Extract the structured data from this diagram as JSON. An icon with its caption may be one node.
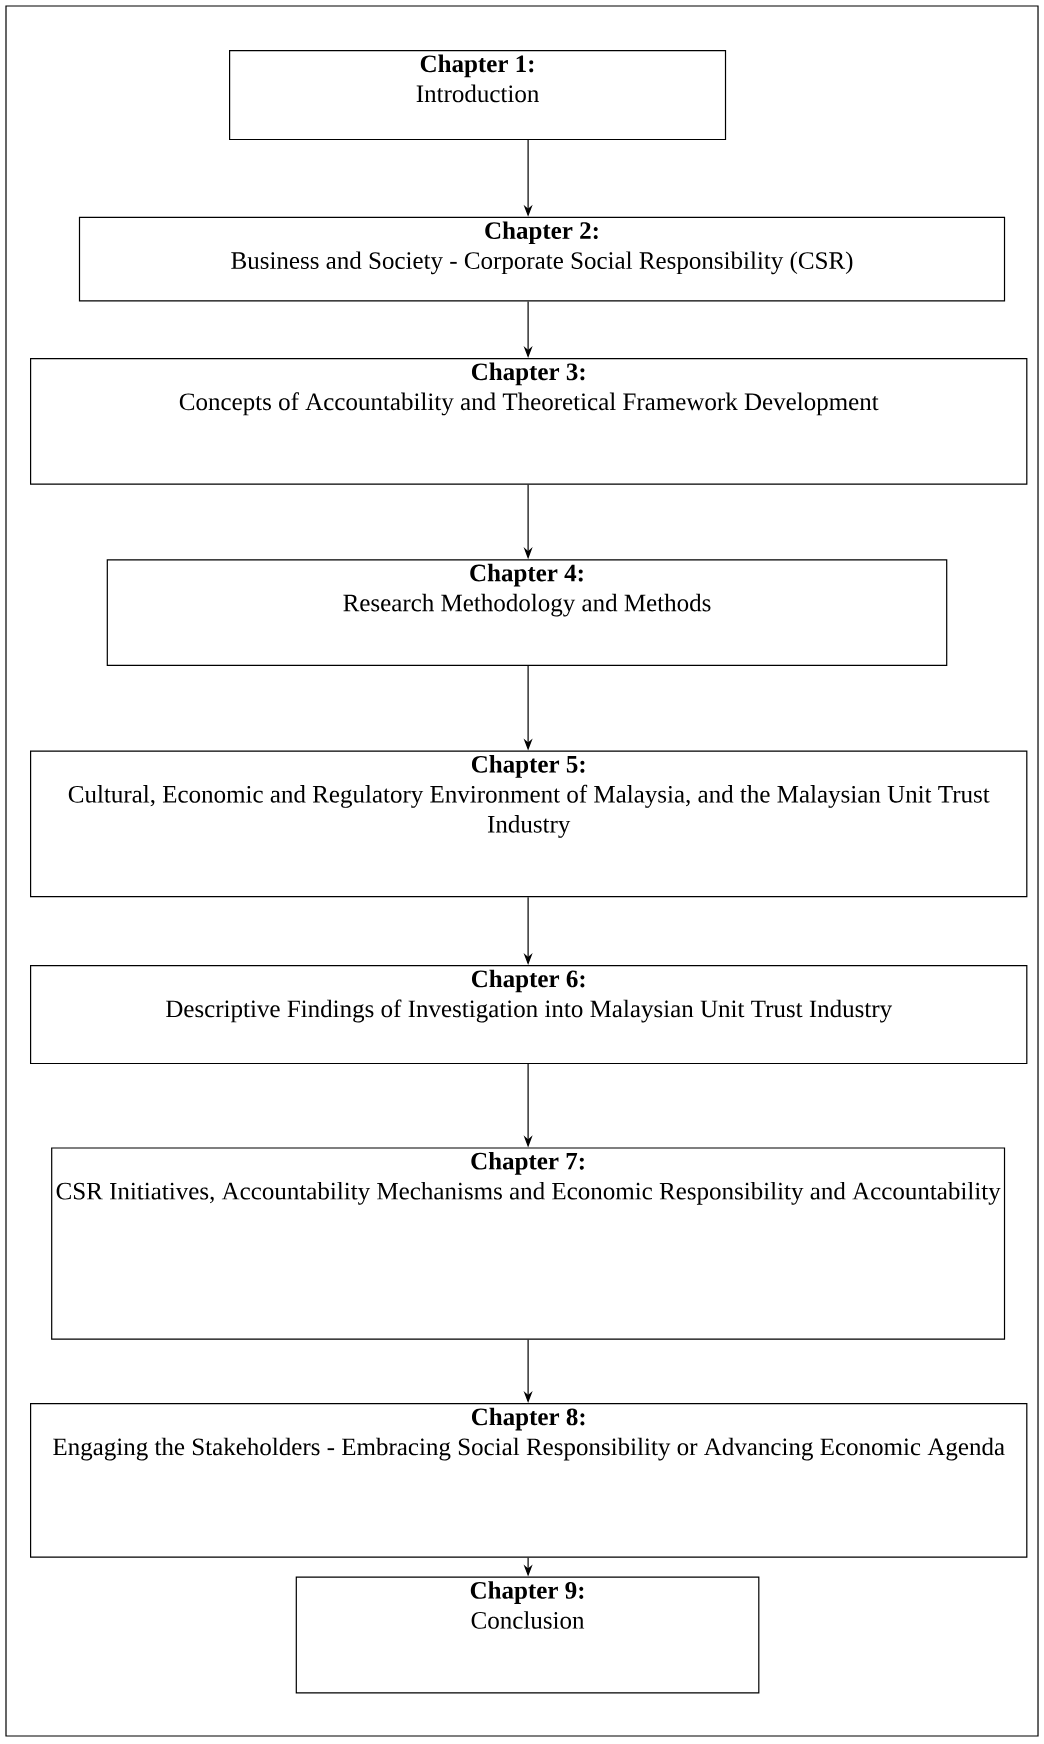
{
  "diagram": {
    "nodes": [
      {
        "text": [
          "Chapter 1:",
          "Introduction"
        ]
      },
      {
        "text": [
          "Chapter 2:",
          "Business and Society - Corporate Social Responsibility (CSR)"
        ]
      },
      {
        "text": [
          "Chapter 3:",
          "Concepts of Accountability and Theoretical Framework Development"
        ]
      },
      {
        "text": [
          "Chapter 4:",
          "Research Methodology and Methods"
        ]
      },
      {
        "text": [
          "Chapter 5:",
          "Cultural, Economic and Regulatory Environment of Malaysia, and the Malaysian Unit Trust Industry"
        ]
      },
      {
        "text": [
          "Chapter 6:",
          "Descriptive Findings of Investigation into Malaysian Unit Trust Industry"
        ]
      },
      {
        "text": [
          "Chapter 7:",
          "CSR Initiatives, Accountability Mechanisms and Economic Responsibility and Accountability"
        ]
      },
      {
        "text": [
          "Chapter 8:",
          "Engaging the Stakeholders - Embracing Social Responsibility or Advancing Economic Agenda"
        ]
      },
      {
        "text": [
          "Chapter 9:",
          "Conclusion"
        ]
      }
    ],
    "edges": [
      {
        "from": 0,
        "to": 1,
        "arrow": "to"
      },
      {
        "from": 1,
        "to": 2,
        "arrow": "to"
      },
      {
        "from": 2,
        "to": 3,
        "arrow": "to"
      },
      {
        "from": 3,
        "to": 4,
        "arrow": "to"
      },
      {
        "from": 4,
        "to": 5,
        "arrow": "to"
      },
      {
        "from": 5,
        "to": 6,
        "arrow": "to"
      },
      {
        "from": 6,
        "to": 7,
        "arrow": "to"
      },
      {
        "from": 7,
        "to": 8,
        "arrow": "to"
      }
    ]
  }
}
